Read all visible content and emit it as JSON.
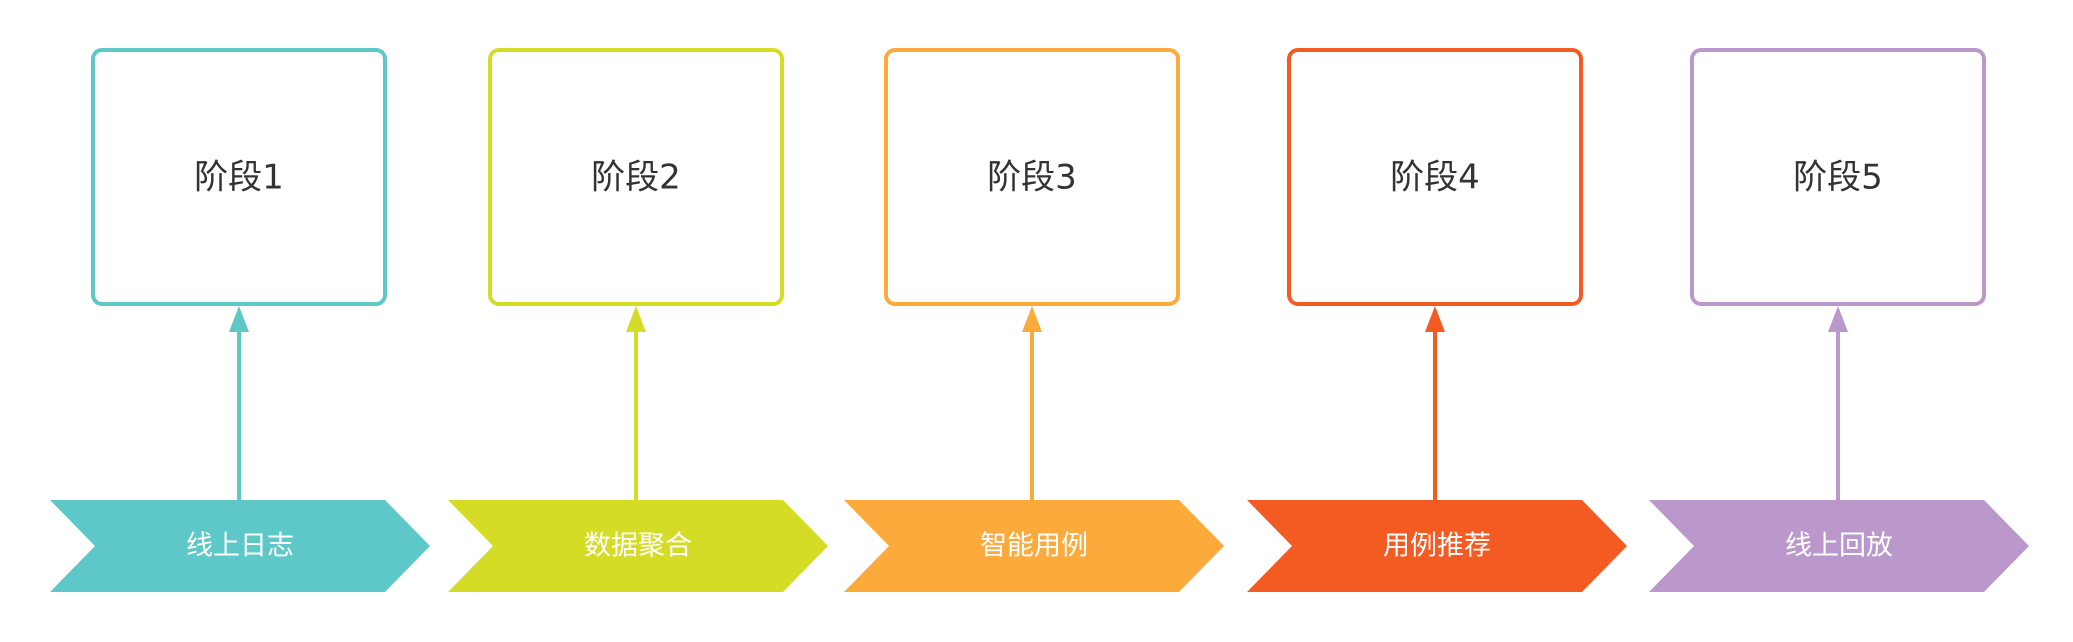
{
  "stages": [
    {
      "box_label": "阶段1",
      "step_label": "线上日志",
      "color": "#5EC8C8"
    },
    {
      "box_label": "阶段2",
      "step_label": "数据聚合",
      "color": "#D5DC26"
    },
    {
      "box_label": "阶段3",
      "step_label": "智能用例",
      "color": "#FBAA3B"
    },
    {
      "box_label": "阶段4",
      "step_label": "用例推荐",
      "color": "#F45B22"
    },
    {
      "box_label": "阶段5",
      "step_label": "线上回放",
      "color": "#BB98CB"
    }
  ]
}
